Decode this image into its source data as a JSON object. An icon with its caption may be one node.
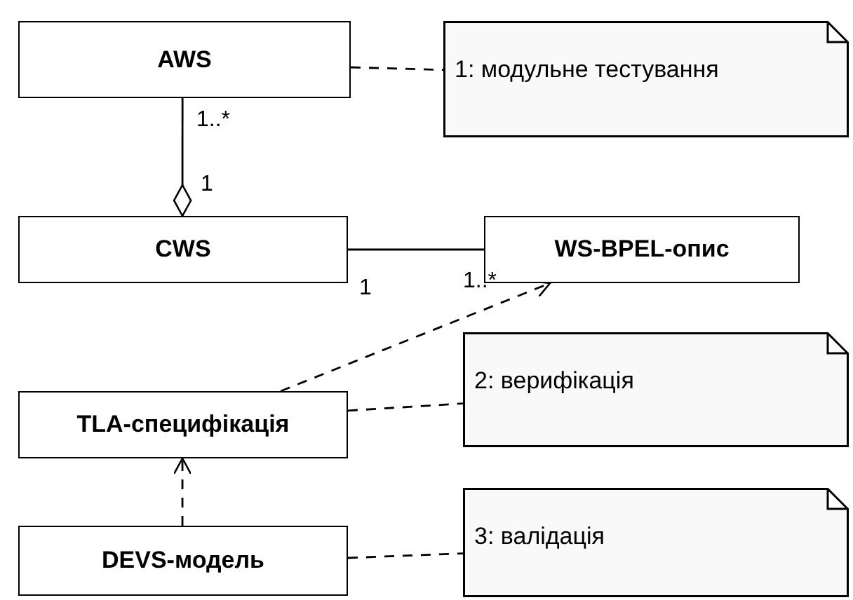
{
  "diagram": {
    "nodes": [
      {
        "text": [
          "AWS"
        ]
      },
      {
        "text": [
          "1: модульне тестування"
        ]
      },
      {
        "text": [
          "CWS"
        ]
      },
      {
        "text": [
          "WS-BPEL-опис"
        ]
      },
      {
        "text": [
          "TLA-специфікація"
        ]
      },
      {
        "text": [
          "2: верифікація"
        ]
      },
      {
        "text": [
          "DEVS-модель"
        ]
      },
      {
        "text": [
          "3: валідація"
        ]
      }
    ],
    "edges": [
      {
        "from": 0,
        "to": 2,
        "arrow": "other"
      },
      {
        "from": 0,
        "to": 1,
        "arrow": "none",
        "style": "dashed"
      },
      {
        "from": 2,
        "to": 3,
        "arrow": "none"
      },
      {
        "from": 4,
        "to": 3,
        "arrow": "to",
        "style": "dashed"
      },
      {
        "from": 4,
        "to": 5,
        "arrow": "none",
        "style": "dashed"
      },
      {
        "from": 6,
        "to": 4,
        "arrow": "to",
        "style": "dashed"
      },
      {
        "from": 6,
        "to": 7,
        "arrow": "none",
        "style": "dashed"
      }
    ],
    "labels": [
      "1..*",
      "1",
      "1",
      "1..*"
    ]
  }
}
